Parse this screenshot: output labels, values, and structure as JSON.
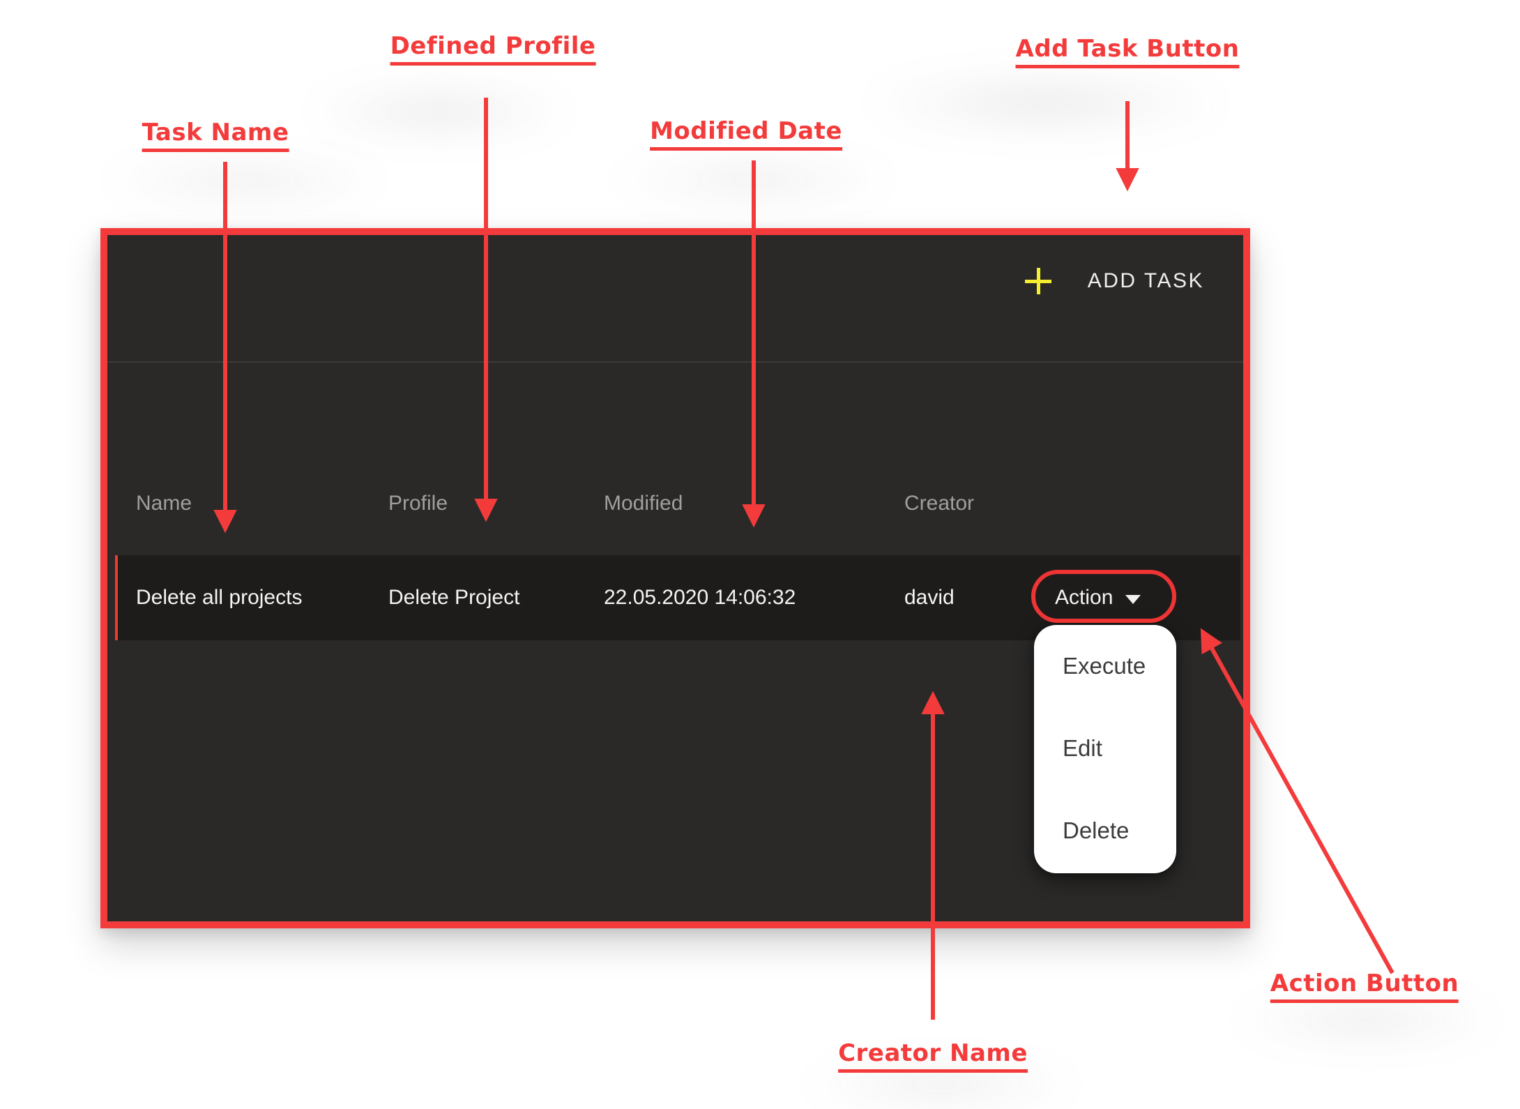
{
  "annotations": {
    "task_name": "Task Name",
    "defined_profile": "Defined Profile",
    "modified_date": "Modified Date",
    "add_task": "Add Task Button",
    "creator_name": "Creator Name",
    "action_button": "Action Button",
    "annotation_red": "#f43b3b"
  },
  "panel": {
    "border_color": "#f43b3b",
    "background": "#2a2928",
    "toolbar": {
      "add_task_label": "ADD TASK",
      "plus_color": "#f5ed2f"
    },
    "table": {
      "columns": {
        "name": "Name",
        "profile": "Profile",
        "modified": "Modified",
        "creator": "Creator"
      },
      "row": {
        "name": "Delete all projects",
        "profile": "Delete Project",
        "modified": "22.05.2020 14:06:32",
        "creator": "david",
        "action_label": "Action"
      }
    },
    "action_menu": {
      "execute": "Execute",
      "edit": "Edit",
      "delete": "Delete"
    }
  }
}
